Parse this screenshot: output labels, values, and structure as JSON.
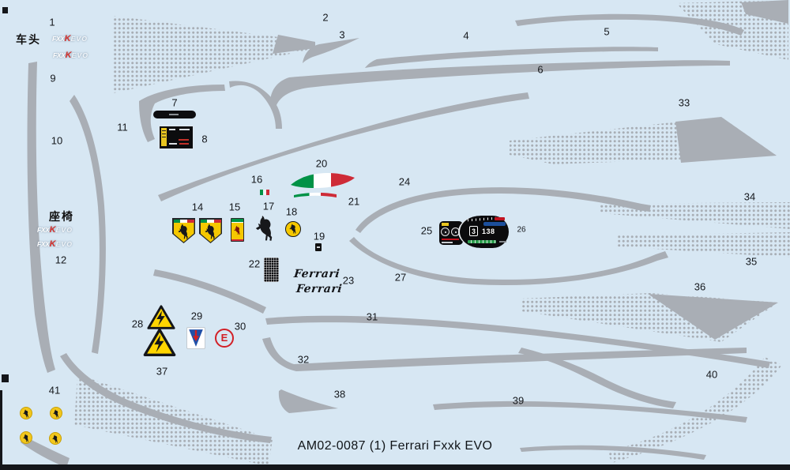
{
  "sheet": {
    "title": "AM02-0087 (1) Ferrari Fxxk EVO",
    "background_color": "#d7e7f3",
    "decal_gray": "#a9aeb5",
    "section_labels": {
      "front": "车头",
      "seat": "座椅"
    }
  },
  "part_numbers": {
    "n1": "1",
    "n2": "2",
    "n3": "3",
    "n4": "4",
    "n5": "5",
    "n6": "6",
    "n7": "7",
    "n8": "8",
    "n9": "9",
    "n10": "10",
    "n11": "11",
    "n12": "12",
    "n14": "14",
    "n15": "15",
    "n16": "16",
    "n17": "17",
    "n18": "18",
    "n19": "19",
    "n20": "20",
    "n21": "21",
    "n22": "22",
    "n23": "23",
    "n24": "24",
    "n25": "25",
    "n26": "26",
    "n27": "27",
    "n28": "28",
    "n29": "29",
    "n30": "30",
    "n31": "31",
    "n32": "32",
    "n33": "33",
    "n34": "34",
    "n35": "35",
    "n36": "36",
    "n37": "37",
    "n38": "38",
    "n39": "39",
    "n40": "40",
    "n41": "41"
  },
  "logos": {
    "fxxk_evo": {
      "fxx": "FXX",
      "k": "K",
      "evo": "EVO"
    },
    "ferrari_script": "Ferrari"
  },
  "dashboard": {
    "gear": "3",
    "speed": "138"
  },
  "marks": {
    "e_mark": "E"
  },
  "colors": {
    "flag_green": "#009246",
    "flag_white": "#ffffff",
    "flag_red": "#ce2b37",
    "ferrari_yellow": "#f5c800",
    "warning_yellow": "#ffd500",
    "logo_red": "#d6322e",
    "display_green": "#2e9e4f",
    "display_blue": "#1c4f9c",
    "display_red": "#c1121f",
    "e_mark_red": "#d21f26"
  }
}
